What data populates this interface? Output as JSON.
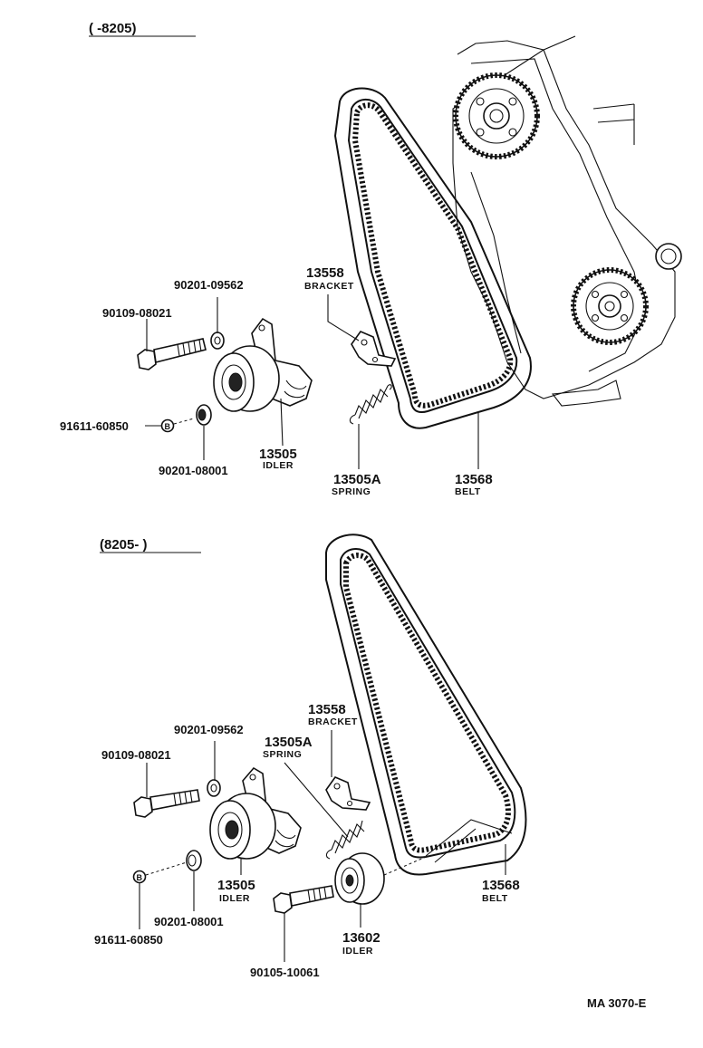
{
  "sections": {
    "top": {
      "header": "(    -8205)"
    },
    "bottom": {
      "header": "(8205-      )"
    }
  },
  "top_labels": {
    "bolt": "90109-08021",
    "washer_upper": "90201-09562",
    "bracket_no": "13558",
    "bracket_name": "BRACKET",
    "nut": "91611-60850",
    "washer_lower": "90201-08001",
    "idler_no": "13505",
    "idler_name": "IDLER",
    "spring_no": "13505A",
    "spring_name": "SPRING",
    "belt_no": "13568",
    "belt_name": "BELT"
  },
  "bottom_labels": {
    "washer_upper": "90201-09562",
    "bolt": "90109-08021",
    "bracket_no": "13558",
    "bracket_name": "BRACKET",
    "spring_no": "13505A",
    "spring_name": "SPRING",
    "idler_no": "13505",
    "idler_name": "IDLER",
    "nut": "91611-60850",
    "washer_lower": "90201-08001",
    "bolt2": "90105-10061",
    "idler2_no": "13602",
    "idler2_name": "IDLER",
    "belt_no": "13568",
    "belt_name": "BELT"
  },
  "nut_symbol": "B",
  "figure_code": "MA 3070-E"
}
